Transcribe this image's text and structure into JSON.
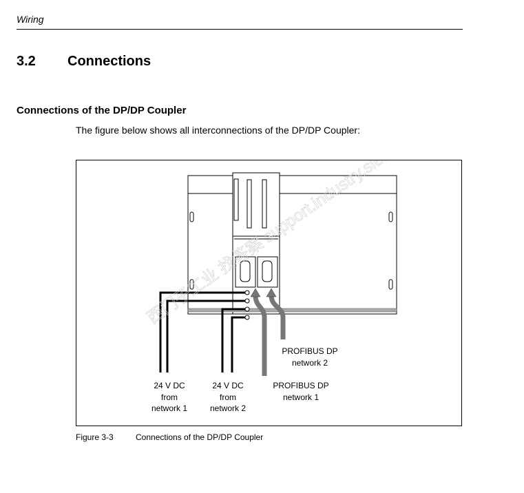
{
  "header": {
    "running_title": "Wiring"
  },
  "section": {
    "number": "3.2",
    "title": "Connections"
  },
  "subsection": {
    "title": "Connections of the DP/DP Coupler"
  },
  "intro": "The figure below shows all interconnections of the DP/DP Coupler:",
  "figure": {
    "labels": {
      "psu1": [
        "24 V DC",
        "from",
        "network 1"
      ],
      "psu2": [
        "24 V DC",
        "from",
        "network 2"
      ],
      "dp1": [
        "PROFIBUS DP",
        "network 1"
      ],
      "dp2": [
        "PROFIBUS DP",
        "network 2"
      ]
    },
    "watermark": "西门子工业 找答案 support.industry.siemens.com/cs",
    "caption_label": "Figure 3-3",
    "caption": "Connections of the DP/DP Coupler"
  }
}
